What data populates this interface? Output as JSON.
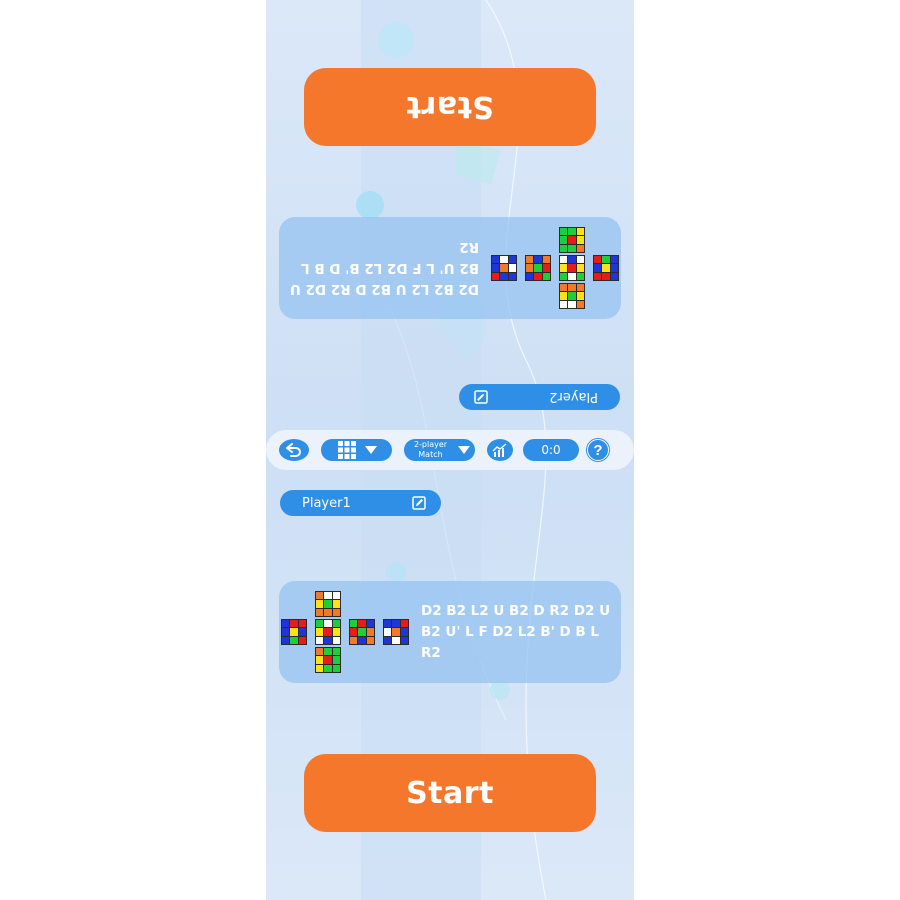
{
  "colors": {
    "accent": "#2f8fe6",
    "start_button": "#f5772b",
    "card": "#96c3f0"
  },
  "toolbar": {
    "back_icon": "undo-arrow-icon",
    "grid_icon": "grid-3x3-icon",
    "mode_line1": "2-player",
    "mode_line2": "Match",
    "stats_icon": "bar-chart-icon",
    "score": "0:0",
    "help": "?"
  },
  "player1": {
    "name": "Player1",
    "edit_icon": "edit-icon",
    "start_label": "Start",
    "scramble": "D2 B2 L2 U B2 D R2 D2 U B2 U' L F D2 L2 B' D B L R2"
  },
  "player2": {
    "name": "Player2",
    "edit_icon": "edit-icon",
    "start_label": "Start",
    "scramble": "D2 B2 L2 U B2 D R2 D2 U B2 U' L F D2 L2 B' D B L R2"
  },
  "cube_net": {
    "faces": {
      "U": [
        "O",
        "W",
        "W",
        "Y",
        "G",
        "Y",
        "O",
        "O",
        "O"
      ],
      "L": [
        "B",
        "R",
        "R",
        "B",
        "Y",
        "B",
        "B",
        "G",
        "R"
      ],
      "F": [
        "G",
        "W",
        "G",
        "Y",
        "R",
        "Y",
        "W",
        "B",
        "W"
      ],
      "R": [
        "G",
        "R",
        "B",
        "R",
        "G",
        "O",
        "O",
        "B",
        "O"
      ],
      "B": [
        "B",
        "B",
        "R",
        "W",
        "O",
        "B",
        "B",
        "W",
        "B"
      ],
      "D": [
        "O",
        "G",
        "G",
        "Y",
        "R",
        "G",
        "Y",
        "G",
        "G"
      ]
    },
    "palette": {
      "W": "#ffffff",
      "Y": "#ffe11a",
      "G": "#1fcf37",
      "B": "#1e35d8",
      "R": "#e81a1a",
      "O": "#f07a2a"
    }
  }
}
